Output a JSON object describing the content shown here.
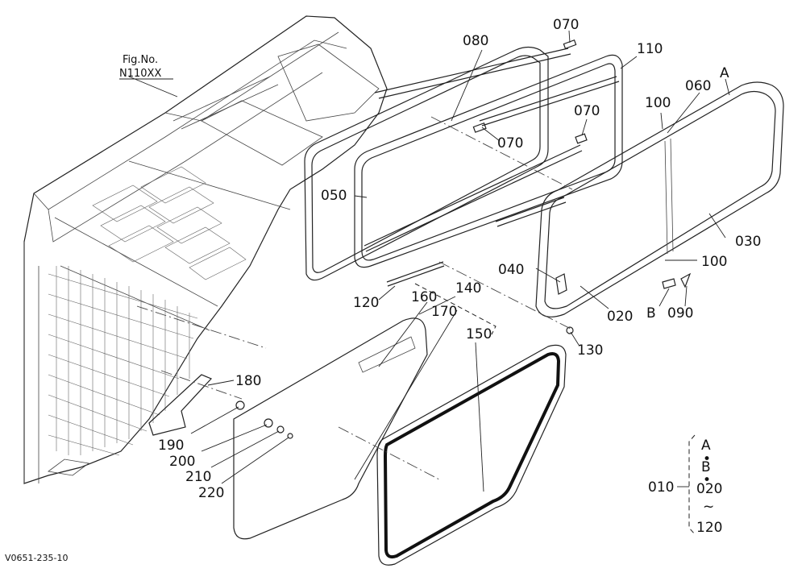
{
  "figure": {
    "fig_label": "Fig.No.",
    "fig_number": "N110XX",
    "drawing_code": "V0651-235-10"
  },
  "callouts": {
    "c070a": "070",
    "c080": "080",
    "c110": "110",
    "cA": "A",
    "c060": "060",
    "c100a": "100",
    "c070b": "070",
    "c070c": "070",
    "c050": "050",
    "c030": "030",
    "c100b": "100",
    "c040": "040",
    "c020": "020",
    "cB": "B",
    "c090": "090",
    "c120": "120",
    "c140": "140",
    "c160": "160",
    "c170": "170",
    "c150": "150",
    "c130": "130",
    "c180": "180",
    "c190": "190",
    "c200": "200",
    "c210": "210",
    "c220": "220"
  },
  "assembly_legend": {
    "assembly": "010",
    "includes_a": "A",
    "includes_b": "B",
    "range_start": "020",
    "range_symbol": "~",
    "range_end": "120"
  }
}
